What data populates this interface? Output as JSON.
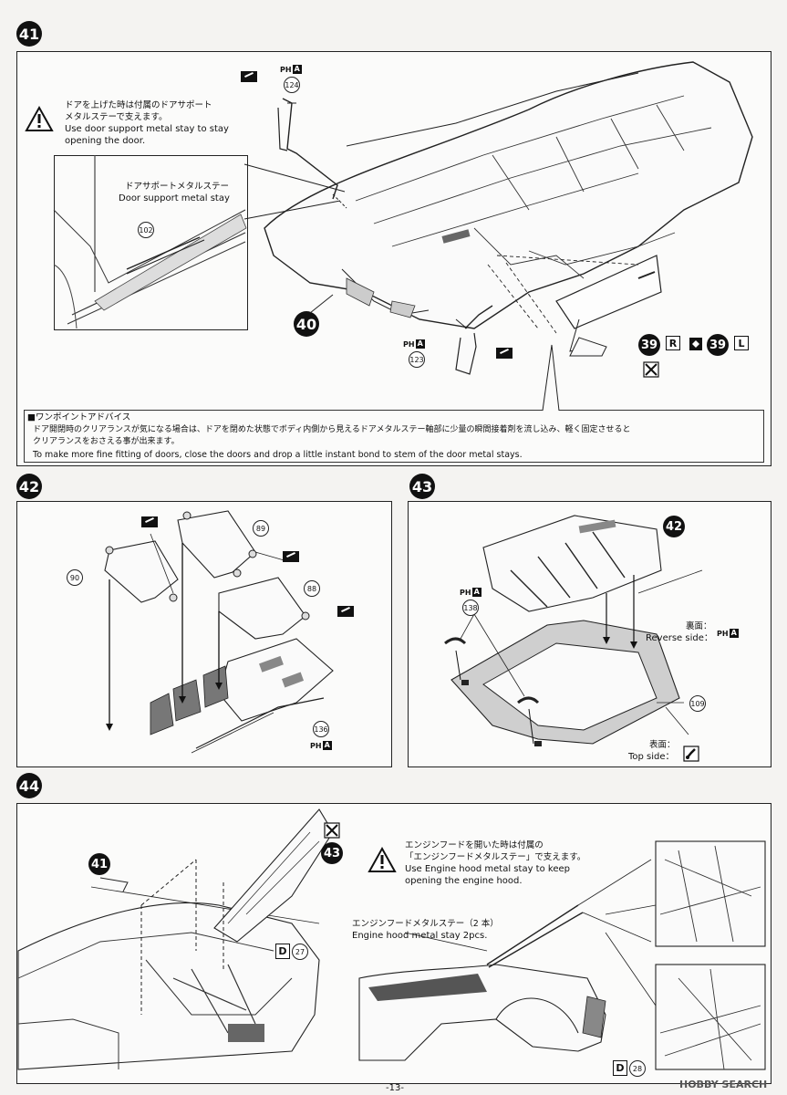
{
  "watermark": "HOBBY SEARCH",
  "footer": {
    "page": "-13-"
  },
  "step41": {
    "number": "41",
    "warning_jp_1": "ドアを上げた時は付属のドアサポート",
    "warning_jp_2": "メタルステーで支えます。",
    "warning_en_1": "Use door support metal stay to stay",
    "warning_en_2": "opening the door.",
    "stay_label_jp": "ドアサポートメタルステー",
    "stay_label_en": "Door support metal stay",
    "part_102": "102",
    "part_124": "124",
    "part_123": "123",
    "ref_40": "40",
    "ref_39a": "39",
    "badge_r": "R",
    "ref_39b": "39",
    "badge_l": "L",
    "pha_p": "PH",
    "pha_a": "A",
    "tip_title": "■ワンポイントアドバイス",
    "tip_jp_1": "ドア開閉時のクリアランスが気になる場合は、ドアを閉めた状態でボディ内側から見えるドアメタルステー軸部に少量の瞬間接着剤を流し込み、軽く固定させると",
    "tip_jp_2": "クリアランスをおさえる事が出来ます。",
    "tip_en": "To make more fine fitting of doors, close the doors and drop a little instant bond to stem of the door metal stays."
  },
  "step42": {
    "number": "42",
    "part_89": "89",
    "part_90": "90",
    "part_88": "88",
    "part_136": "136",
    "pha_p": "PH",
    "pha_a": "A"
  },
  "step43": {
    "number": "43",
    "ref_42": "42",
    "part_138": "138",
    "part_109": "109",
    "reverse_jp": "裏面：",
    "reverse_en": "Reverse side：",
    "top_jp": "表面：",
    "top_en": "Top side：",
    "pha_p": "PH",
    "pha_a": "A"
  },
  "step44": {
    "number": "44",
    "ref_41": "41",
    "ref_43": "43",
    "warning_jp_1": "エンジンフードを開いた時は付属の",
    "warning_jp_2": "「エンジンフードメタルステー」で支えます。",
    "warning_en_1": "Use Engine hood metal stay to keep",
    "warning_en_2": "opening the engine hood.",
    "stay_label_jp": "エンジンフードメタルステー（2 本）",
    "stay_label_en": "Engine hood metal stay 2pcs.",
    "d_box_1": "D",
    "d_part_1": "27",
    "d_box_2": "D",
    "d_part_2": "28"
  }
}
